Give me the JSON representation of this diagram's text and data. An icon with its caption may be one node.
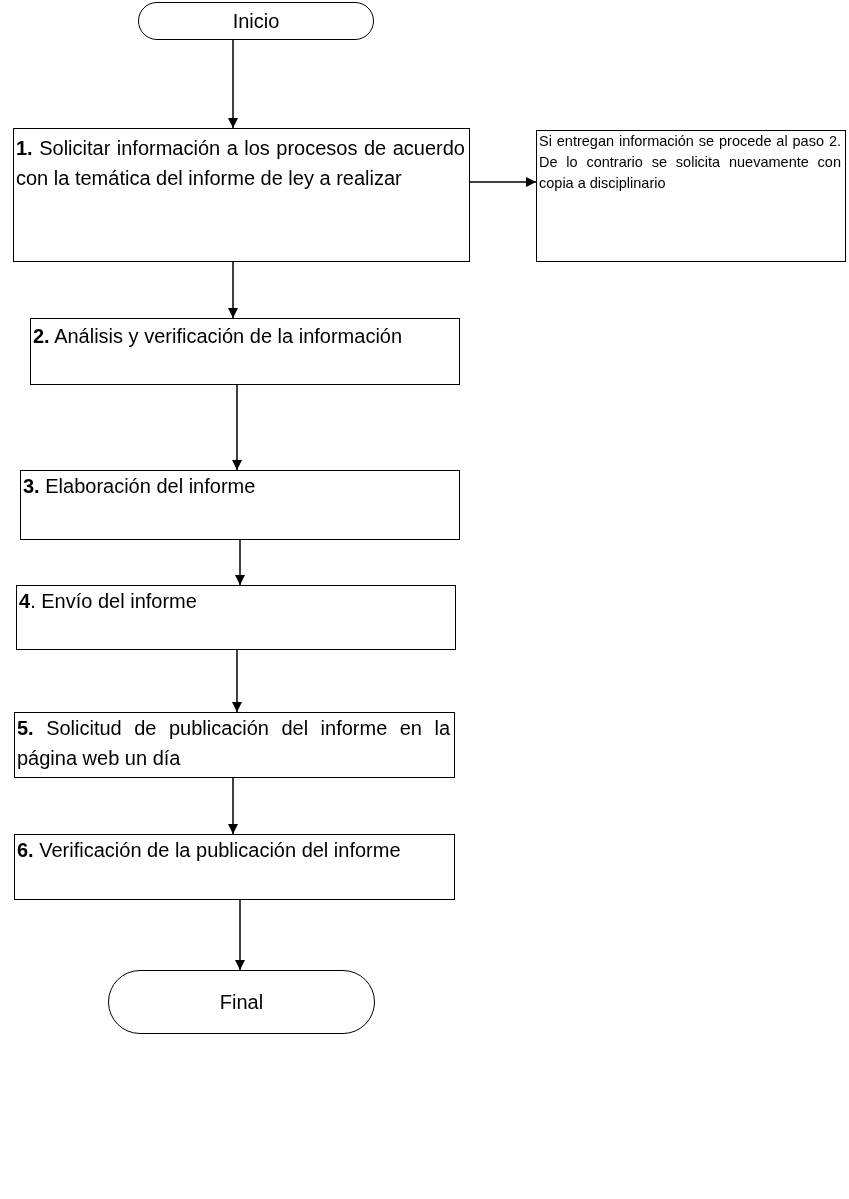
{
  "diagram": {
    "nodes": [
      {
        "text": [
          "Inicio"
        ]
      },
      {
        "text": [
          "**1.** Solicitar información a los procesos de acuerdo con la temática del informe de ley a realizar"
        ]
      },
      {
        "text": [
          "Si entregan información se procede al paso 2. De lo contrario se solicita nuevamente con copia a disciplinario"
        ]
      },
      {
        "text": [
          "**2.** Análisis y verificación de la información"
        ]
      },
      {
        "text": [
          "**3.** Elaboración del informe"
        ]
      },
      {
        "text": [
          "**4**. Envío del informe"
        ]
      },
      {
        "text": [
          "**5.** Solicitud de publicación del informe en la página web un día"
        ]
      },
      {
        "text": [
          "**6.** Verificación de la publicación del informe"
        ]
      },
      {
        "text": [
          "Final"
        ]
      }
    ],
    "edges": [
      {
        "from": 0,
        "to": 1,
        "arrow": "to"
      },
      {
        "from": 1,
        "to": 2,
        "arrow": "to"
      },
      {
        "from": 1,
        "to": 3,
        "arrow": "to"
      },
      {
        "from": 3,
        "to": 4,
        "arrow": "to"
      },
      {
        "from": 4,
        "to": 5,
        "arrow": "to"
      },
      {
        "from": 5,
        "to": 6,
        "arrow": "to"
      },
      {
        "from": 6,
        "to": 7,
        "arrow": "to"
      },
      {
        "from": 7,
        "to": 8,
        "arrow": "to"
      }
    ]
  }
}
